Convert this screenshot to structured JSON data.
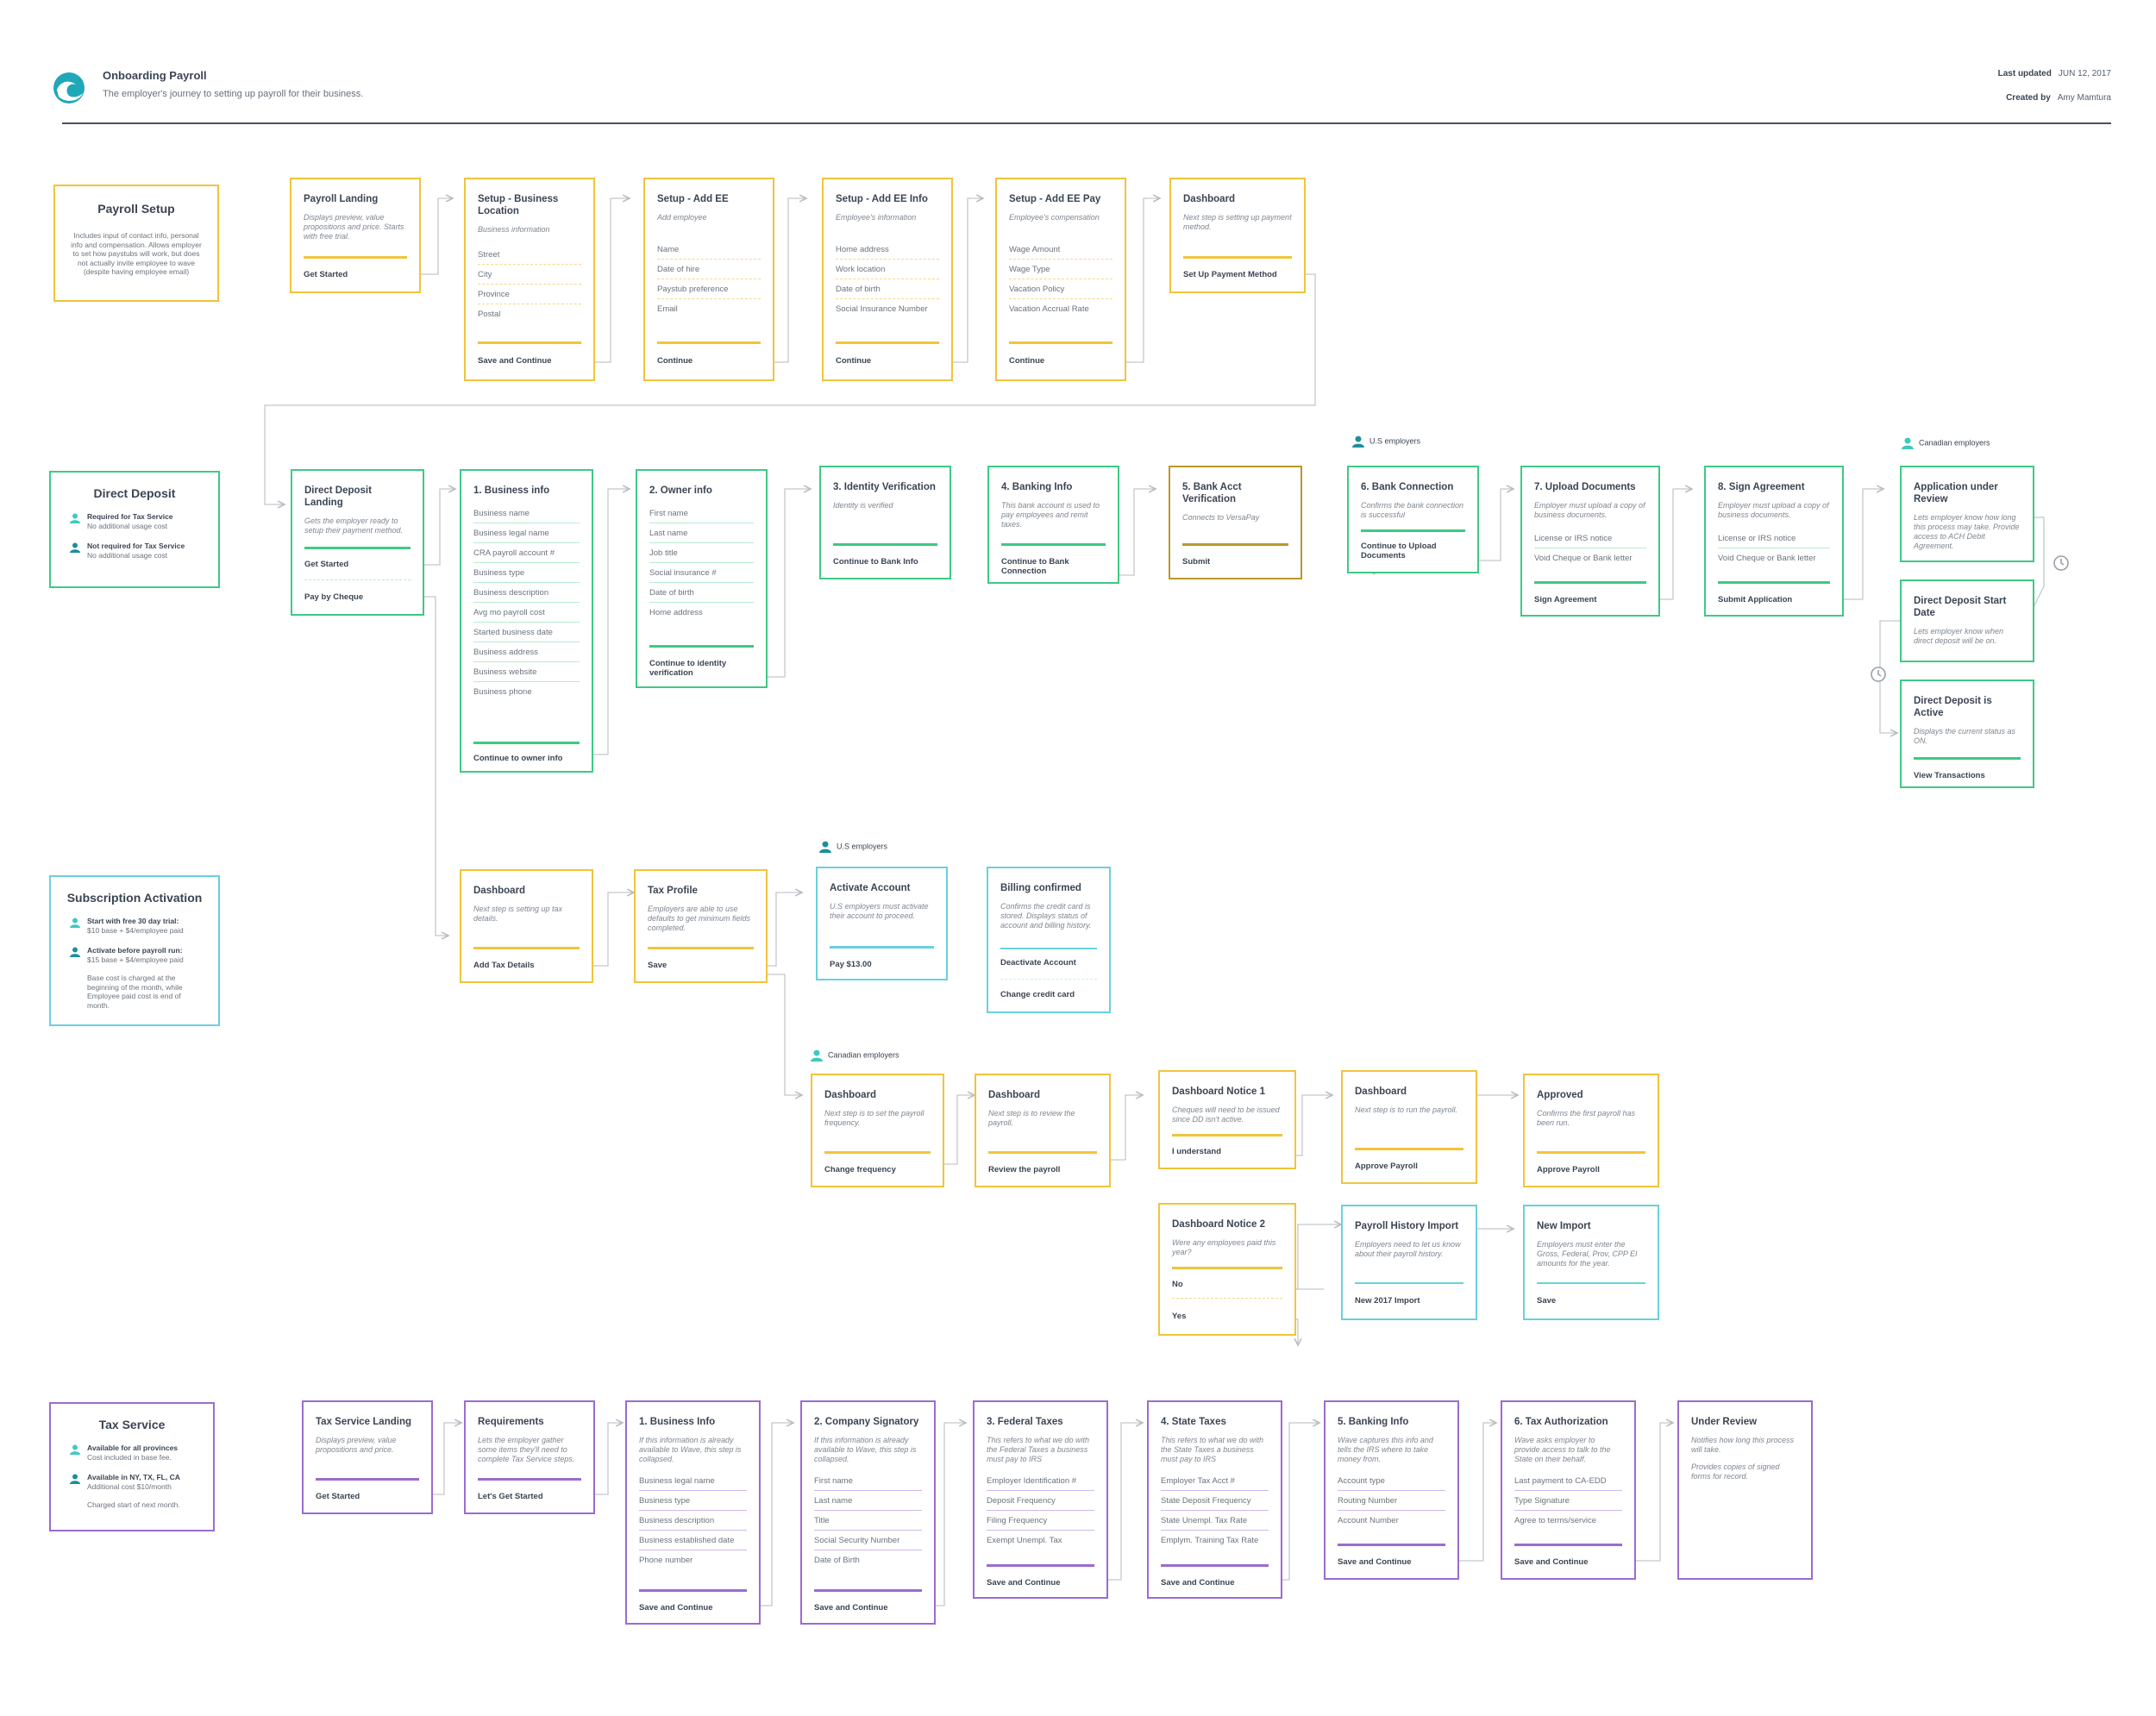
{
  "header": {
    "title": "Onboarding Payroll",
    "subtitle": "The employer's journey to setting up payroll for their business.",
    "last_updated_label": "Last updated",
    "last_updated_value": "JUN 12, 2017",
    "created_by_label": "Created by",
    "created_by_value": "Amy Mamtura"
  },
  "colors": {
    "yellow": "#f0c43c",
    "green": "#3ec984",
    "teal": "#6ad0de",
    "olive": "#b9992a",
    "purple": "#9b6bd0",
    "logo": "#1fa8b8"
  },
  "sections": {
    "payroll_setup": {
      "title": "Payroll Setup",
      "desc": "Includes input of contact info, personal info and compensation. Allows employer to set how paystubs will work, but does not actually invite employee to wave (despite having employee email)"
    },
    "direct_deposit": {
      "title": "Direct Deposit",
      "r1_title": "Required for Tax Service",
      "r1_desc": "No additional usage cost",
      "r2_title": "Not required for Tax Service",
      "r2_desc": "No additional usage cost"
    },
    "subscription": {
      "title": "Subscription Activation",
      "r1_title": "Start with free 30 day trial:",
      "r1_desc": "$10 base + $4/employee paid",
      "r2_title": "Activate before payroll run:",
      "r2_desc": "$15 base + $4/employee paid",
      "note": "Base cost is charged at the beginning of the month, while Employee paid cost is end of month."
    },
    "tax_service": {
      "title": "Tax Service",
      "r1_title": "Available for all provinces",
      "r1_desc": "Cost included in base fee.",
      "r2_title": "Available in NY, TX, FL, CA",
      "r2_desc": "Additional cost $10/month",
      "note": "Charged start of next month."
    }
  },
  "tags": {
    "us1": "U.S employers",
    "ca1": "Canadian employers",
    "us2": "U.S employers",
    "ca2": "Canadian employers"
  },
  "cards": {
    "payroll_landing": {
      "title": "Payroll Landing",
      "desc": "Displays preview, value propositions and price. Starts with free trial.",
      "action": "Get Started"
    },
    "setup_location": {
      "title": "Setup - Business Location",
      "desc": "Business information",
      "fields": [
        "Street",
        "City",
        "Province",
        "Postal"
      ],
      "action": "Save and Continue"
    },
    "setup_add_ee": {
      "title": "Setup - Add EE",
      "desc": "Add employee",
      "fields": [
        "Name",
        "Date of hire",
        "Paystub preference",
        "Email"
      ],
      "action": "Continue"
    },
    "setup_ee_info": {
      "title": "Setup - Add EE Info",
      "desc": "Employee's information",
      "fields": [
        "Home address",
        "Work location",
        "Date of birth",
        "Social Insurance Number"
      ],
      "action": "Continue"
    },
    "setup_ee_pay": {
      "title": "Setup - Add EE Pay",
      "desc": "Employee's compensation",
      "fields": [
        "Wage Amount",
        "Wage Type",
        "Vacation Policy",
        "Vacation Accrual Rate"
      ],
      "action": "Continue"
    },
    "dashboard_pay": {
      "title": "Dashboard",
      "desc": "Next step is setting up payment method.",
      "action": "Set Up Payment Method"
    },
    "dd_landing": {
      "title": "Direct Deposit Landing",
      "desc": "Gets the employer ready to setup their payment method.",
      "action": "Get Started",
      "action2": "Pay by Cheque"
    },
    "business_info": {
      "title": "1. Business info",
      "fields": [
        "Business name",
        "Business legal name",
        "CRA payroll account #",
        "Business type",
        "Business description",
        "Avg mo payroll cost",
        "Started business date",
        "Business address",
        "Business website",
        "Business phone"
      ],
      "action": "Continue to owner info"
    },
    "owner_info": {
      "title": "2. Owner info",
      "fields": [
        "First name",
        "Last name",
        "Job title",
        "Social insurance #",
        "Date of birth",
        "Home address"
      ],
      "action": "Continue to identity verification"
    },
    "identity": {
      "title": "3. Identity Verification",
      "desc": "Identity is verified",
      "action": "Continue to Bank Info"
    },
    "banking_info": {
      "title": "4. Banking Info",
      "desc": "This bank account is used to pay employees and remit taxes.",
      "action": "Continue to Bank Connection"
    },
    "bank_verify": {
      "title": "5. Bank Acct Verification",
      "desc": "Connects to VersaPay",
      "action": "Submit"
    },
    "bank_connection": {
      "title": "6. Bank Connection",
      "desc": "Confirms the bank connection is successful",
      "action": "Continue to Upload Documents"
    },
    "upload_docs": {
      "title": "7. Upload Documents",
      "desc": "Employer must upload a copy of business documents.",
      "fields": [
        "License or IRS notice",
        "Void Cheque or Bank letter"
      ],
      "action": "Sign Agreement"
    },
    "sign_agreement": {
      "title": "8. Sign Agreement",
      "desc": "Employer must upload a copy of business documents.",
      "fields": [
        "License or IRS notice",
        "Void Cheque or Bank letter"
      ],
      "action": "Submit Application"
    },
    "app_review": {
      "title": "Application under Review",
      "desc": "Lets employer know how long this process may take. Provide access to ACH Debit Agreement."
    },
    "dd_start": {
      "title": "Direct Deposit Start Date",
      "desc": "Lets employer know when direct deposit will be on."
    },
    "dd_active": {
      "title": "Direct Deposit is Active",
      "desc": "Displays the current status as ON.",
      "action": "View Transactions"
    },
    "dashboard_tax": {
      "title": "Dashboard",
      "desc": "Next step is setting up tax details.",
      "action": "Add Tax Details"
    },
    "tax_profile": {
      "title": "Tax Profile",
      "desc": "Employers are able to use defaults to get minimum fields completed.",
      "action": "Save"
    },
    "activate_account": {
      "title": "Activate Account",
      "desc": "U.S employers must activate their account to proceed.",
      "action": "Pay $13.00"
    },
    "billing_confirmed": {
      "title": "Billing confirmed",
      "desc": "Confirms the credit card is stored. Displays status of account and billing history.",
      "action": "Deactivate Account",
      "action2": "Change credit card"
    },
    "dash_freq": {
      "title": "Dashboard",
      "desc": "Next step is to set the payroll frequency.",
      "action": "Change frequency"
    },
    "dash_review": {
      "title": "Dashboard",
      "desc": "Next step is to review the payroll.",
      "action": "Review the payroll"
    },
    "notice1": {
      "title": "Dashboard Notice 1",
      "desc": "Cheques will need to be issued since DD isn't active.",
      "action": "I understand"
    },
    "dash_run": {
      "title": "Dashboard",
      "desc": "Next step is to run the payroll.",
      "action": "Approve Payroll"
    },
    "approved": {
      "title": "Approved",
      "desc": "Confirms the first payroll has been run.",
      "action": "Approve Payroll"
    },
    "notice2": {
      "title": "Dashboard Notice 2",
      "desc": "Were any employees paid this year?",
      "action": "No",
      "action2": "Yes"
    },
    "history_import": {
      "title": "Payroll History Import",
      "desc": "Employers need to let us know about their payroll history.",
      "action": "New 2017 Import"
    },
    "new_import": {
      "title": "New Import",
      "desc": "Employers must enter the Gross, Federal, Prov, CPP EI amounts for the year.",
      "action": "Save"
    },
    "tax_landing": {
      "title": "Tax Service Landing",
      "desc": "Displays preview, value propositions and price.",
      "action": "Get Started"
    },
    "requirements": {
      "title": "Requirements",
      "desc": "Lets the employer gather some items they'll need to complete Tax Service steps.",
      "action": "Let's Get Started"
    },
    "tax_business": {
      "title": "1. Business Info",
      "desc": "If this information is already available to Wave, this step is collapsed.",
      "fields": [
        "Business legal name",
        "Business type",
        "Business description",
        "Business established date",
        "Phone number"
      ],
      "action": "Save and Continue"
    },
    "tax_signatory": {
      "title": "2. Company Signatory",
      "desc": "If this information is already available to Wave, this step is collapsed.",
      "fields": [
        "First name",
        "Last name",
        "Title",
        "Social Security Number",
        "Date of Birth"
      ],
      "action": "Save and Continue"
    },
    "federal_taxes": {
      "title": "3. Federal Taxes",
      "desc": "This refers to what we do with the Federal Taxes a business must pay to IRS",
      "fields": [
        "Employer Identification #",
        "Deposit Frequency",
        "Filing Frequency",
        "Exempt Unempl. Tax"
      ],
      "action": "Save and Continue"
    },
    "state_taxes": {
      "title": "4. State Taxes",
      "desc": "This refers to what we do with the State Taxes a business must pay to IRS",
      "fields": [
        "Employer Tax Acct #",
        "State Deposit Frequency",
        "State Unempl. Tax Rate",
        "Emplym. Training Tax Rate"
      ],
      "action": "Save and Continue"
    },
    "tax_banking": {
      "title": "5. Banking Info",
      "desc": "Wave captures this info and tells the IRS where to take money from.",
      "fields": [
        "Account type",
        "Routing Number",
        "Account Number"
      ],
      "action": "Save and Continue"
    },
    "tax_auth": {
      "title": "6. Tax Authorization",
      "desc": "Wave asks employer to provide access to talk to the State on their behalf.",
      "fields": [
        "Last payment to CA-EDD",
        "Type Signature",
        "Agree to terms/service"
      ],
      "action": "Save and Continue"
    },
    "under_review": {
      "title": "Under Review",
      "desc": "Notifies how long this process will take.",
      "desc2": "Provides copies of signed forms for record."
    }
  }
}
